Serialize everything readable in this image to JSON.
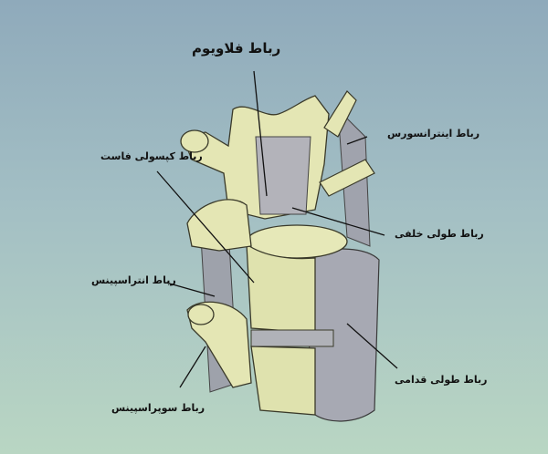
{
  "diagram": {
    "title": "رباط فلاویوم",
    "labels": {
      "intertransverse": "رباط اینترانسورس",
      "facet_capsular": "رباط کپسولی فاست",
      "posterior_longitudinal": "رباط طولی خلفی",
      "interspinous": "رباط انتراسپینس",
      "anterior_longitudinal": "رباط طولی قدامی",
      "supraspinous": "رباط سوپراسپینس"
    },
    "colors": {
      "bone": "#e4e6b4",
      "ligament": "#a9a9b2",
      "outline": "#3a3a2a"
    }
  }
}
